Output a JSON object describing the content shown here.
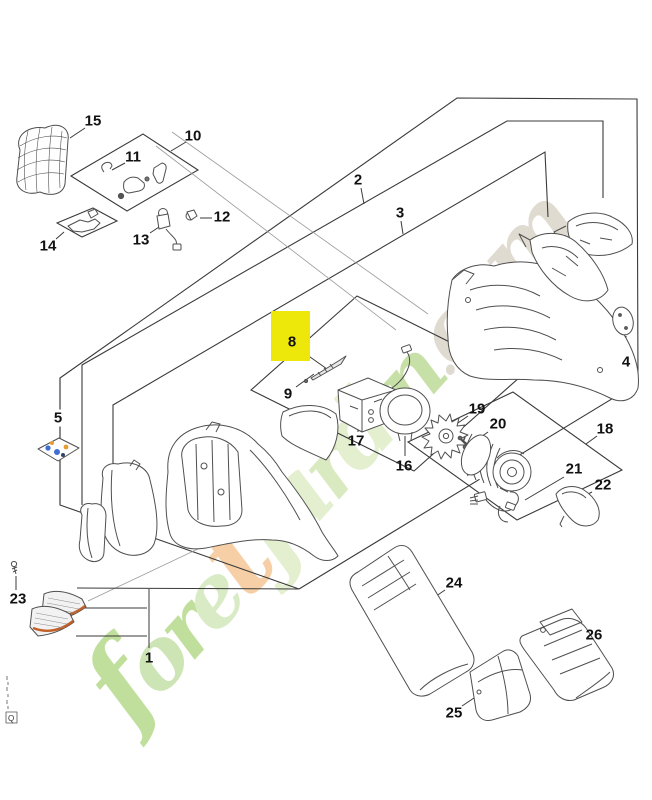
{
  "page": {
    "background": "#ffffff",
    "line_color": "#3a3a3a",
    "part_stroke": "#4f4f4f"
  },
  "watermark": {
    "text": "foretjardin.com",
    "letter_colors": [
      "#8fc54d",
      "#a6d077",
      "#8fc54d",
      "#b9dc96",
      "#f0a95f",
      "#cde3a8",
      "#cde3a8",
      "#bcd98e",
      "#cde3a8",
      "#a6d077",
      "#9ac860",
      "#c8bfab",
      "#c8bfab",
      "#c8bfab",
      "#c8bfab"
    ]
  },
  "highlight": {
    "label": "8",
    "color": "#ede70a"
  },
  "callouts": [
    {
      "id": "1",
      "label": "1"
    },
    {
      "id": "2",
      "label": "2"
    },
    {
      "id": "3",
      "label": "3"
    },
    {
      "id": "4",
      "label": "4"
    },
    {
      "id": "5",
      "label": "5"
    },
    {
      "id": "8",
      "label": "8"
    },
    {
      "id": "9",
      "label": "9"
    },
    {
      "id": "10",
      "label": "10"
    },
    {
      "id": "11",
      "label": "11"
    },
    {
      "id": "12",
      "label": "12"
    },
    {
      "id": "13",
      "label": "13"
    },
    {
      "id": "14",
      "label": "14"
    },
    {
      "id": "15",
      "label": "15"
    },
    {
      "id": "16",
      "label": "16"
    },
    {
      "id": "17",
      "label": "17"
    },
    {
      "id": "18",
      "label": "18"
    },
    {
      "id": "19",
      "label": "19"
    },
    {
      "id": "20",
      "label": "20"
    },
    {
      "id": "21",
      "label": "21"
    },
    {
      "id": "22",
      "label": "22"
    },
    {
      "id": "23",
      "label": "23"
    },
    {
      "id": "24",
      "label": "24"
    },
    {
      "id": "25",
      "label": "25"
    },
    {
      "id": "26",
      "label": "26"
    }
  ],
  "margin": {
    "box_glyph": "Q"
  },
  "accents": {
    "screen_orange": "#c2602a",
    "sticker_blue": "#3f6fd1",
    "sticker_orange": "#e89b2f"
  }
}
